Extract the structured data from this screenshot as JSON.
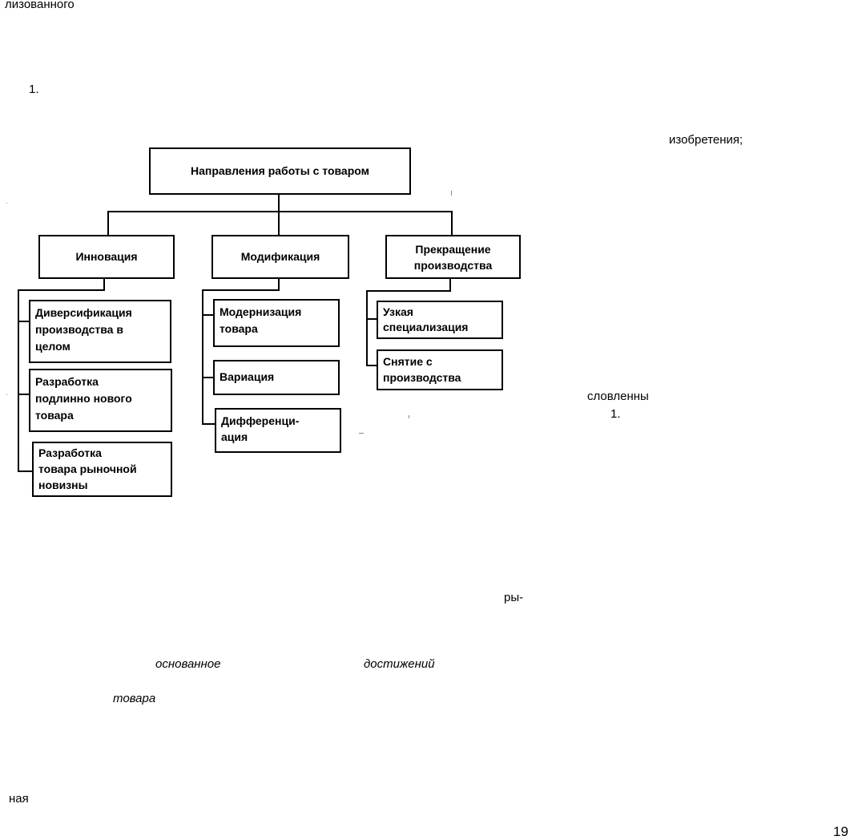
{
  "page_text": {
    "top_left": "лизованного",
    "item_number_1": "1.",
    "right_top": "изобретения;",
    "right_middle": "словленны",
    "right_middle_num": "1.",
    "middle_ry": "ры-",
    "italic_osnovannoe": "основанное",
    "italic_dostizheniy": "достижений",
    "italic_tovara": "товара",
    "bottom_left": "ная",
    "page_number": "19"
  },
  "diagram": {
    "root": "Направления работы с товаром",
    "branches": [
      {
        "title": "Инновация",
        "items": [
          [
            "Диверсификация",
            "производства в",
            "целом"
          ],
          [
            "Разработка",
            "подлинно нового",
            "товара"
          ],
          [
            "Разработка",
            "товара рыночной",
            "новизны"
          ]
        ]
      },
      {
        "title": "Модификация",
        "items": [
          [
            "Модернизация",
            "товара"
          ],
          [
            "Вариация"
          ],
          [
            "Дифференци-",
            "ация"
          ]
        ]
      },
      {
        "title_lines": [
          "Прекращение",
          "производства"
        ],
        "items": [
          [
            "Узкая",
            "специализация"
          ],
          [
            "Снятие с",
            "производства"
          ]
        ]
      }
    ]
  }
}
